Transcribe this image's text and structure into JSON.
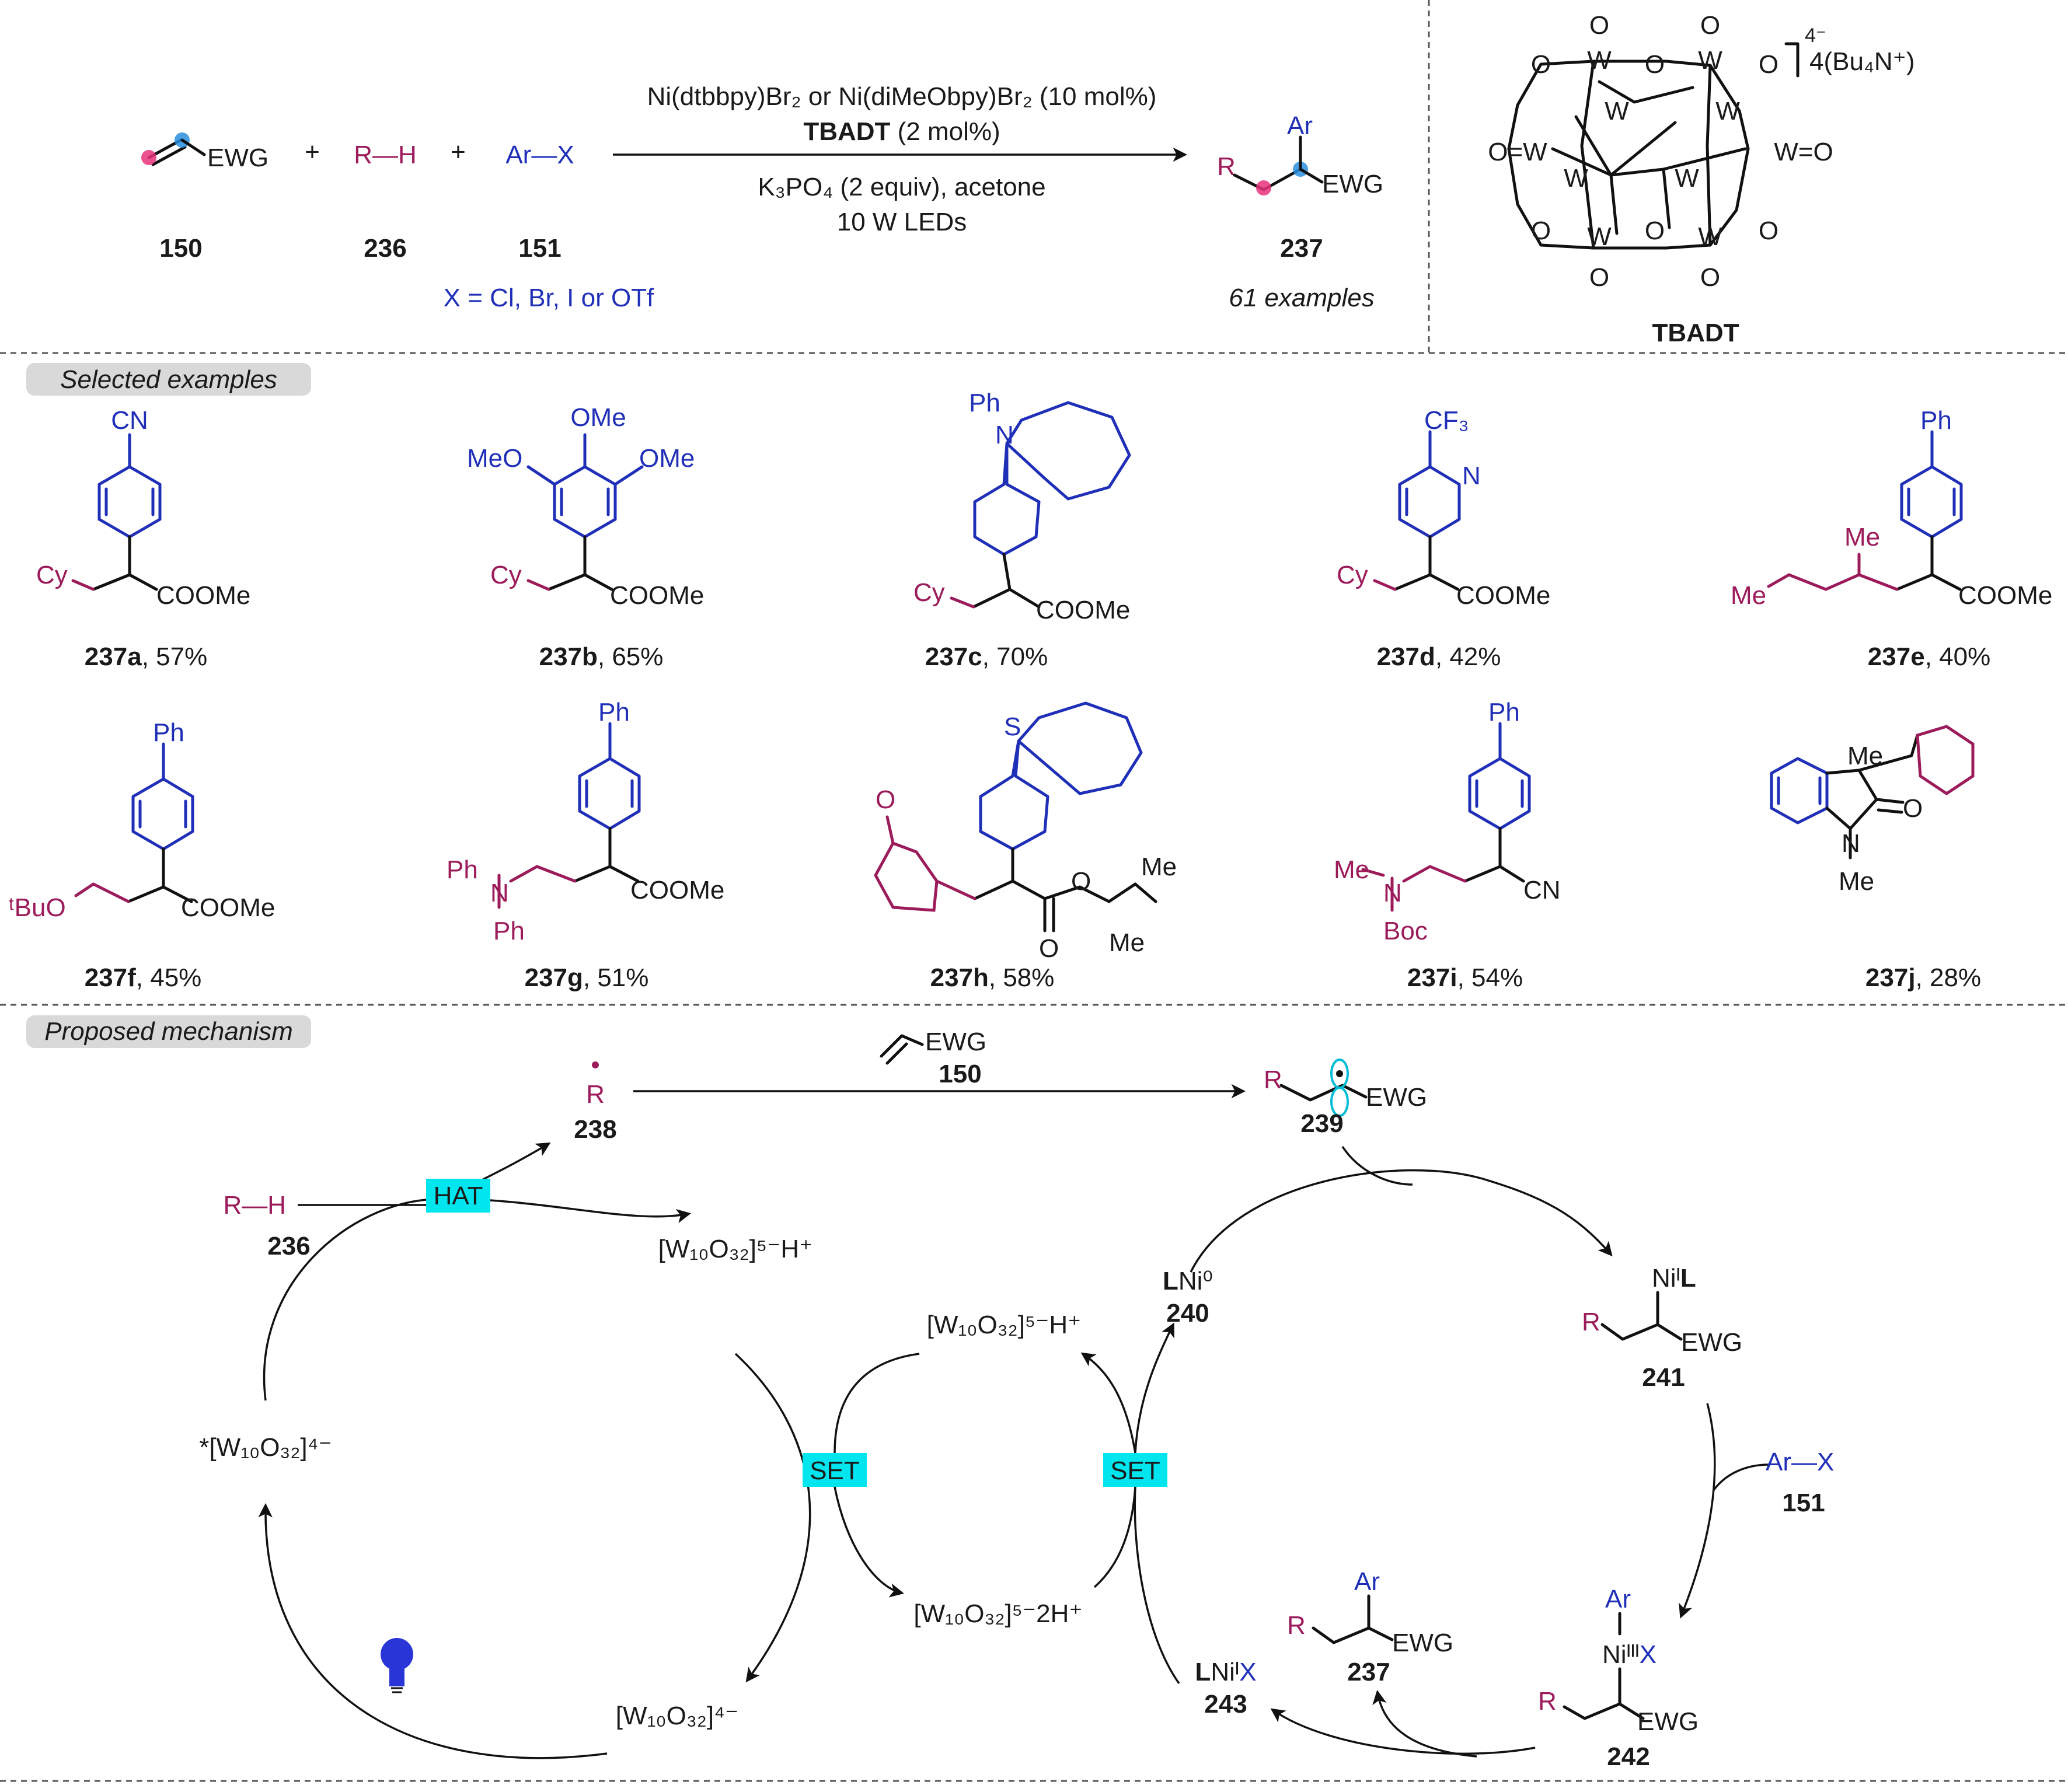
{
  "scheme": {
    "reagent_line1": "Ni(dtbbpy)Br₂ or Ni(diMeObpy)Br₂ (10 mol%)",
    "reagent_line2_bold": "TBADT",
    "reagent_line2_rest": " (2 mol%)",
    "cond_line1": "K₃PO₄ (2 equiv), acetone",
    "cond_line2": "10 W LEDs",
    "plus": "+",
    "sub1_label": "EWG",
    "sub1_number": "150",
    "sub2_label": "R—H",
    "sub2_number": "236",
    "sub3_label": "Ar—X",
    "sub3_number": "151",
    "x_note": "X = Cl, Br, I or OTf",
    "product_number": "237",
    "product_r": "R",
    "product_ar": "Ar",
    "product_ewg": "EWG",
    "examples_note": "61 examples"
  },
  "tbadt": {
    "charge": "4⁻",
    "counterion": "4(Bu₄N⁺)",
    "label": "TBADT",
    "atom_w": "W",
    "atom_o": "O",
    "w_eq_o_left": "O=W",
    "w_eq_o_right": "W=O"
  },
  "selected": {
    "chip": "Selected examples",
    "examples": [
      {
        "num": "237a",
        "yield": ", 57%",
        "top": "CN",
        "left": "Cy",
        "right": "COOMe"
      },
      {
        "num": "237b",
        "yield": ", 65%",
        "top": "OMe",
        "top_l": "MeO",
        "top_r": "OMe",
        "left": "Cy",
        "right": "COOMe"
      },
      {
        "num": "237c",
        "yield": ", 70%",
        "top": "Ph",
        "het": "N",
        "left": "Cy",
        "right": "COOMe"
      },
      {
        "num": "237d",
        "yield": ", 42%",
        "top": "CF₃",
        "het": "N",
        "left": "Cy",
        "right": "COOMe"
      },
      {
        "num": "237e",
        "yield": ", 40%",
        "top": "Ph",
        "mid": "Me",
        "left": "Me",
        "right": "COOMe"
      },
      {
        "num": "237f",
        "yield": ", 45%",
        "top": "Ph",
        "left": "ᵗBuO",
        "right": "COOMe"
      },
      {
        "num": "237g",
        "yield": ", 51%",
        "top": "Ph",
        "n_top": "Ph",
        "n": "N",
        "n_bot": "Ph",
        "right": "COOMe"
      },
      {
        "num": "237h",
        "yield": ", 58%",
        "het": "S",
        "ketone_o": "O",
        "ester_o1": "O",
        "ester_o2": "O",
        "me1": "Me",
        "me2": "Me"
      },
      {
        "num": "237i",
        "yield": ", 54%",
        "top": "Ph",
        "n_me": "Me",
        "n": "N",
        "n_boc": "Boc",
        "right": "CN"
      },
      {
        "num": "237j",
        "yield": ", 28%",
        "me_top": "Me",
        "o": "O",
        "n": "N",
        "n_me": "Me"
      }
    ]
  },
  "mechanism": {
    "chip": "Proposed mechanism",
    "alkene_label": "EWG",
    "alkene_num": "150",
    "radical_r": "R",
    "radical_num": "238",
    "adduct_r": "R",
    "adduct_ewg": "EWG",
    "adduct_num": "239",
    "rh_label": "R—H",
    "rh_num": "236",
    "hat": "HAT",
    "set1": "SET",
    "set2": "SET",
    "w_h": "[W₁₀O₃₂]⁵⁻H⁺",
    "w_h_2": "[W₁₀O₃₂]⁵⁻H⁺",
    "w_2h": "[W₁₀O₃₂]⁵⁻2H⁺",
    "w_excited": "*[W₁₀O₃₂]⁴⁻",
    "w_ground": "[W₁₀O₃₂]⁴⁻",
    "lni0_bold": "L",
    "lni0_rest": "Ni⁰",
    "lni0_num": "240",
    "ni1_ni": "Niᴵ",
    "ni1_l": "L",
    "ni1_r": "R",
    "ni1_ewg": "EWG",
    "ni1_num": "241",
    "arx": "Ar—X",
    "arx_num": "151",
    "ni3_ar": "Ar",
    "ni3_ni": "Niᴵᴵᴵ",
    "ni3_x": "X",
    "ni3_r": "R",
    "ni3_ewg": "EWG",
    "ni3_num": "242",
    "prod_ar": "Ar",
    "prod_r": "R",
    "prod_ewg": "EWG",
    "prod_num": "237",
    "lni1x_l": "L",
    "lni1x_ni": "Niᴵ",
    "lni1x_x": "X",
    "lni1x_num": "243"
  },
  "colors": {
    "r_group": "#9c1b5a",
    "aryl": "#1f2fb8",
    "highlight": "#00e5ee",
    "chip": "#d9d9d9",
    "pink_dot": "#e8337a",
    "blue_dot": "#2a8fe0"
  }
}
